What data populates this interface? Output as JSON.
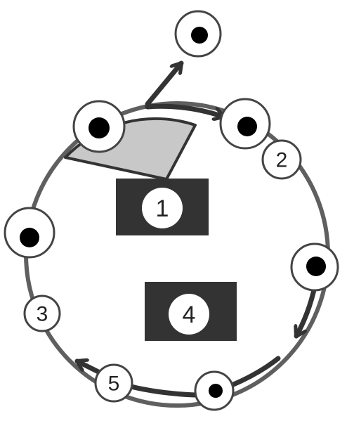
{
  "diagram": {
    "labels": {
      "box_1": "1",
      "box_4": "4",
      "marker_2": "2",
      "marker_3": "3",
      "marker_5": "5"
    },
    "colors": {
      "ring": "#5f5f5f",
      "arrow": "#333333",
      "box": "#333333",
      "sector": "#c8c8c8",
      "circle_fill": "#ffffff",
      "circle_stroke": "#444444",
      "dot": "#000000"
    }
  }
}
